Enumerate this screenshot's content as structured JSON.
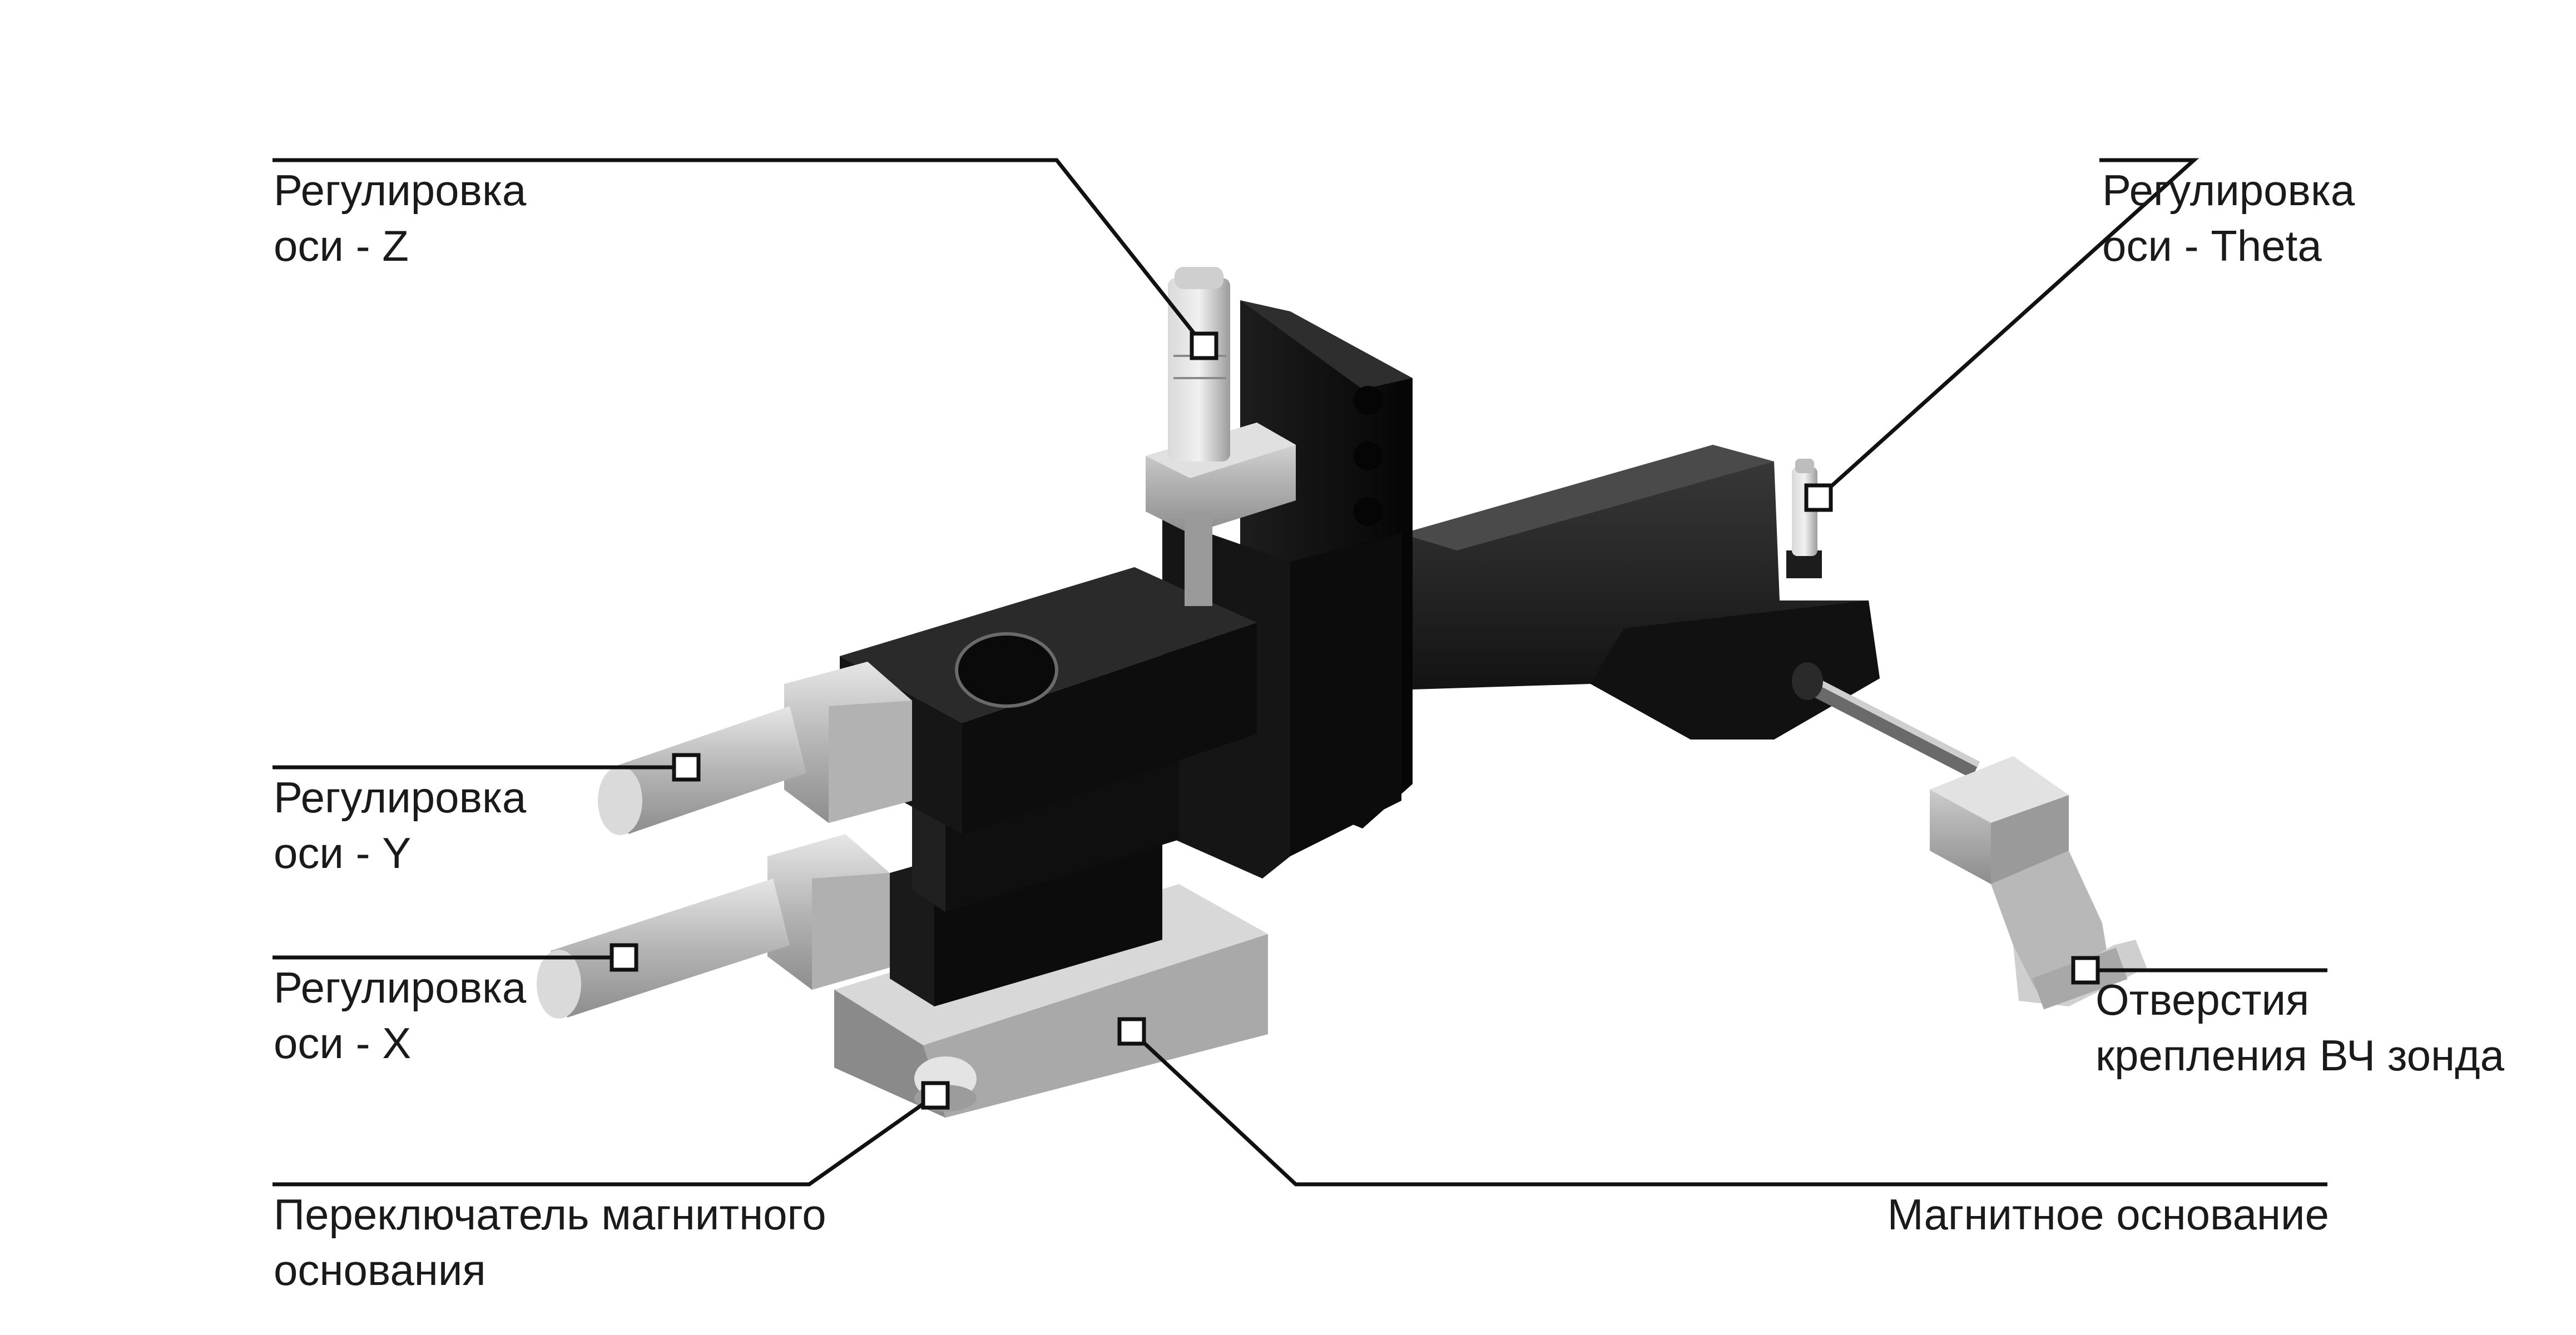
{
  "callouts": {
    "z_axis": {
      "line1": "Регулировка",
      "line2": "оси - Z"
    },
    "y_axis": {
      "line1": "Регулировка",
      "line2": "оси - Y"
    },
    "x_axis": {
      "line1": "Регулировка",
      "line2": "оси - X"
    },
    "magnet_switch": {
      "line1": "Переключатель магнитного",
      "line2": "основания"
    },
    "theta_axis": {
      "line1": "Регулировка",
      "line2": "оси - Theta"
    },
    "probe_holes": {
      "line1": "Отверстия",
      "line2": "крепления ВЧ зонда"
    },
    "magnetic_base": {
      "line1": "Магнитное основание"
    }
  },
  "colors": {
    "body_black": "#141414",
    "metal_light": "#c9c9c9",
    "metal_mid": "#9a9a9a",
    "leader": "#111111"
  }
}
